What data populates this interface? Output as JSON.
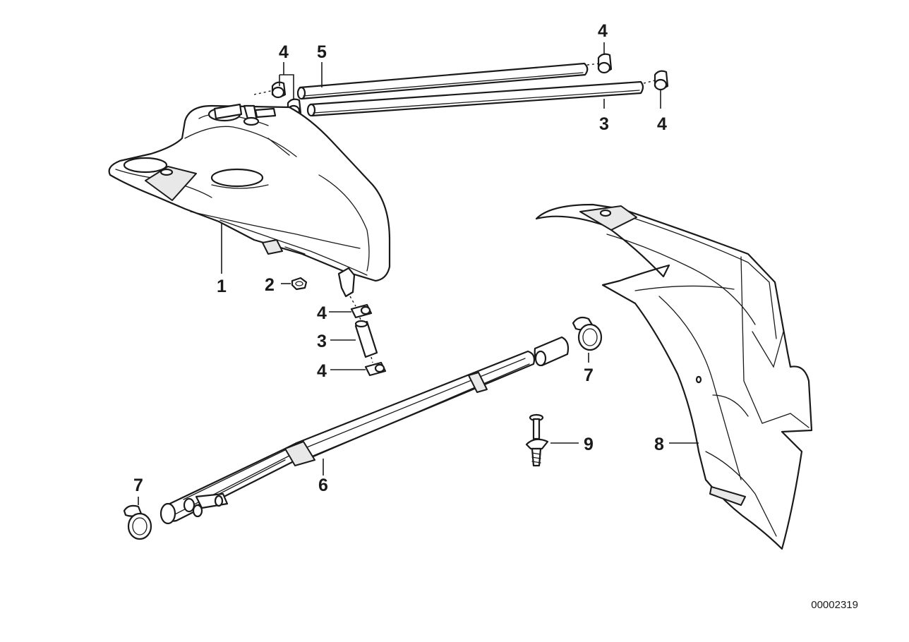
{
  "diagram": {
    "document_number": "00002319",
    "callouts": {
      "tank": "1",
      "nut": "2",
      "hose_upper": "3",
      "hose_lower": "3",
      "clamp_upper_left_a": "4",
      "clamp_upper_right_a": "4",
      "clamp_upper_right_b": "4",
      "clamp_mid_a": "4",
      "clamp_mid_b": "4",
      "hose_long": "5",
      "hose_bundle": "6",
      "clamp_right": "7",
      "clamp_left": "7",
      "cover": "8",
      "rivet": "9"
    }
  }
}
